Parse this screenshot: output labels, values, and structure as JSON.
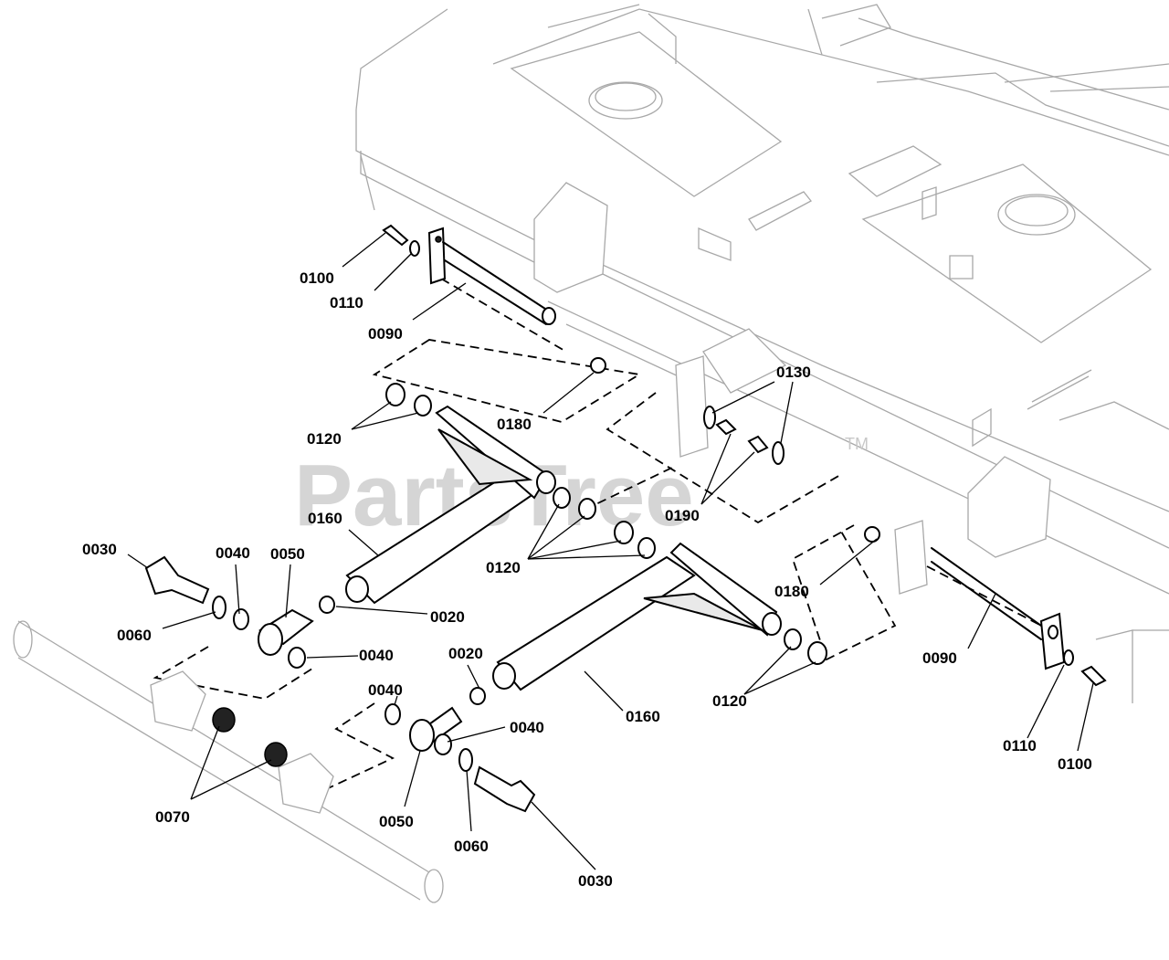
{
  "watermark": {
    "text": "PartsTree",
    "trademark": "TM"
  },
  "callouts": [
    {
      "id": "c1",
      "part": "0100"
    },
    {
      "id": "c2",
      "part": "0110"
    },
    {
      "id": "c3",
      "part": "0090"
    },
    {
      "id": "c4",
      "part": "0180"
    },
    {
      "id": "c5",
      "part": "0120"
    },
    {
      "id": "c6",
      "part": "0130"
    },
    {
      "id": "c7",
      "part": "0190"
    },
    {
      "id": "c8",
      "part": "0160"
    },
    {
      "id": "c9",
      "part": "0030"
    },
    {
      "id": "c10",
      "part": "0040"
    },
    {
      "id": "c11",
      "part": "0050"
    },
    {
      "id": "c12",
      "part": "0060"
    },
    {
      "id": "c13",
      "part": "0020"
    },
    {
      "id": "c14",
      "part": "0120"
    },
    {
      "id": "c15",
      "part": "0180"
    },
    {
      "id": "c16",
      "part": "0040"
    },
    {
      "id": "c17",
      "part": "0020"
    },
    {
      "id": "c18",
      "part": "0160"
    },
    {
      "id": "c19",
      "part": "0120"
    },
    {
      "id": "c20",
      "part": "0090"
    },
    {
      "id": "c21",
      "part": "0040"
    },
    {
      "id": "c22",
      "part": "0040"
    },
    {
      "id": "c23",
      "part": "0070"
    },
    {
      "id": "c24",
      "part": "0050"
    },
    {
      "id": "c25",
      "part": "0060"
    },
    {
      "id": "c26",
      "part": "0030"
    },
    {
      "id": "c27",
      "part": "0110"
    },
    {
      "id": "c28",
      "part": "0100"
    }
  ]
}
